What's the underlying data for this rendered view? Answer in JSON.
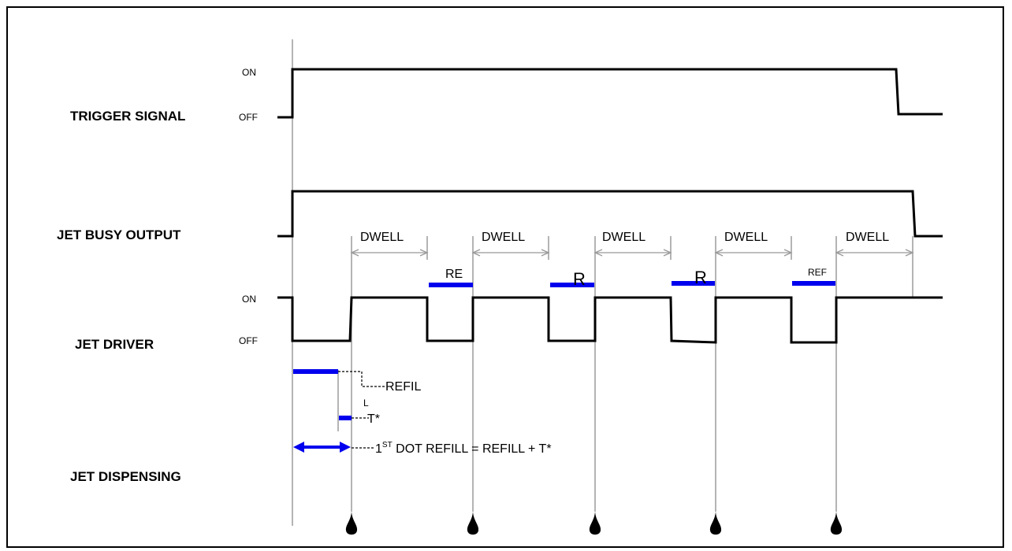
{
  "signals": {
    "trigger": {
      "label": "TRIGGER SIGNAL",
      "on": "ON",
      "off": "OFF"
    },
    "busy": {
      "label": "JET BUSY OUTPUT"
    },
    "driver": {
      "label": "JET DRIVER",
      "on": "ON",
      "off": "OFF"
    },
    "dispensing": {
      "label": "JET DISPENSING"
    }
  },
  "dwell_label": "DWELL",
  "refill_labels": [
    "RE",
    "R",
    "R",
    "REF"
  ],
  "annotations": {
    "refill": "REFIL",
    "refill_wrap": "L",
    "t_star": "T*",
    "first_dot_prefix": "1",
    "first_dot_sup": "ST",
    "first_dot_rest": " DOT REFILL = REFILL + T*"
  },
  "colors": {
    "refill_bar": "#0000ee",
    "signal": "#000000",
    "guide": "#8c8c8c"
  },
  "icons": [
    "drop-icon"
  ]
}
